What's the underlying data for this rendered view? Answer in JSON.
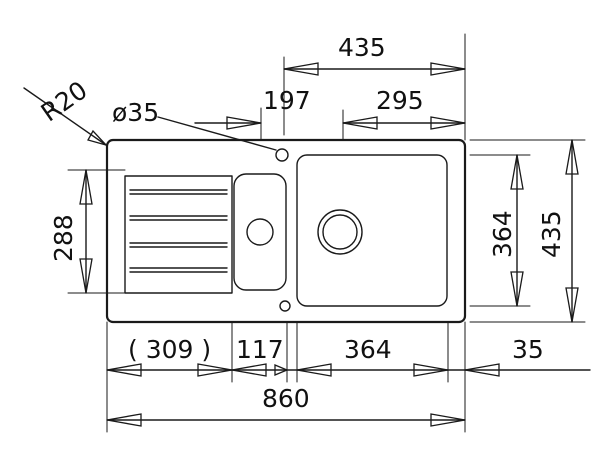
{
  "dimensions": {
    "radius": "R20",
    "hole_diameter": "ø35",
    "top_overall": "435",
    "top_left": "197",
    "top_right": "295",
    "right_inner": "364",
    "right_outer": "435",
    "left_height": "288",
    "bottom_drainer": "( 309 )",
    "bottom_small_bowl": "117",
    "bottom_main_bowl": "364",
    "bottom_edge": "35",
    "overall_width": "860"
  }
}
